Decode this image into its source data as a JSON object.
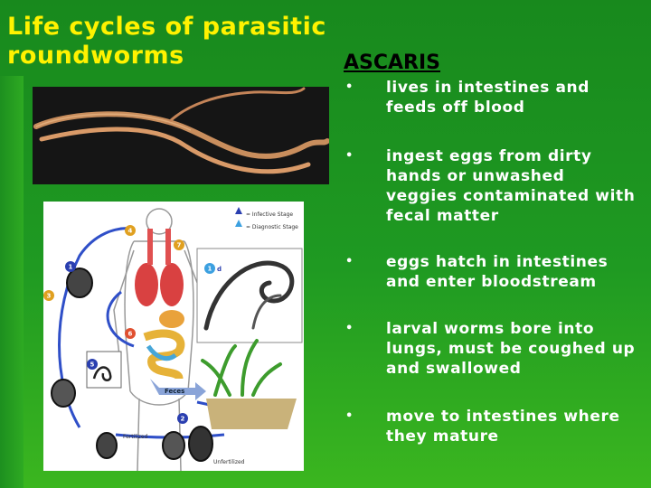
{
  "slide": {
    "title_line1": "Life cycles of parasitic",
    "title_line2": "roundworms",
    "subtitle": "ASCARIS",
    "bullets": [
      "lives in intestines and feeds off blood",
      "ingest eggs from dirty hands or unwashed veggies contaminated with fecal matter",
      "eggs hatch in intestines and enter bloodstream",
      "larval worms bore into lungs, must be coughed up and swallowed",
      "move to intestines where they mature"
    ]
  },
  "diagram": {
    "legend_infective": "= Infective Stage",
    "legend_diagnostic": "= Diagnostic Stage",
    "feces_label": "Feces",
    "fertilized_label": "Fertilized",
    "unfertilized_label": "Unfertilized",
    "stage_numbers": [
      "1",
      "2",
      "3",
      "4",
      "5",
      "6",
      "7"
    ],
    "stage_letter": "d"
  },
  "colors": {
    "title": "#fff200",
    "subtitle": "#000000",
    "bullet_text": "#ffffff",
    "background": "#1f9a22",
    "cycle_arrow": "#2f4fc8"
  }
}
